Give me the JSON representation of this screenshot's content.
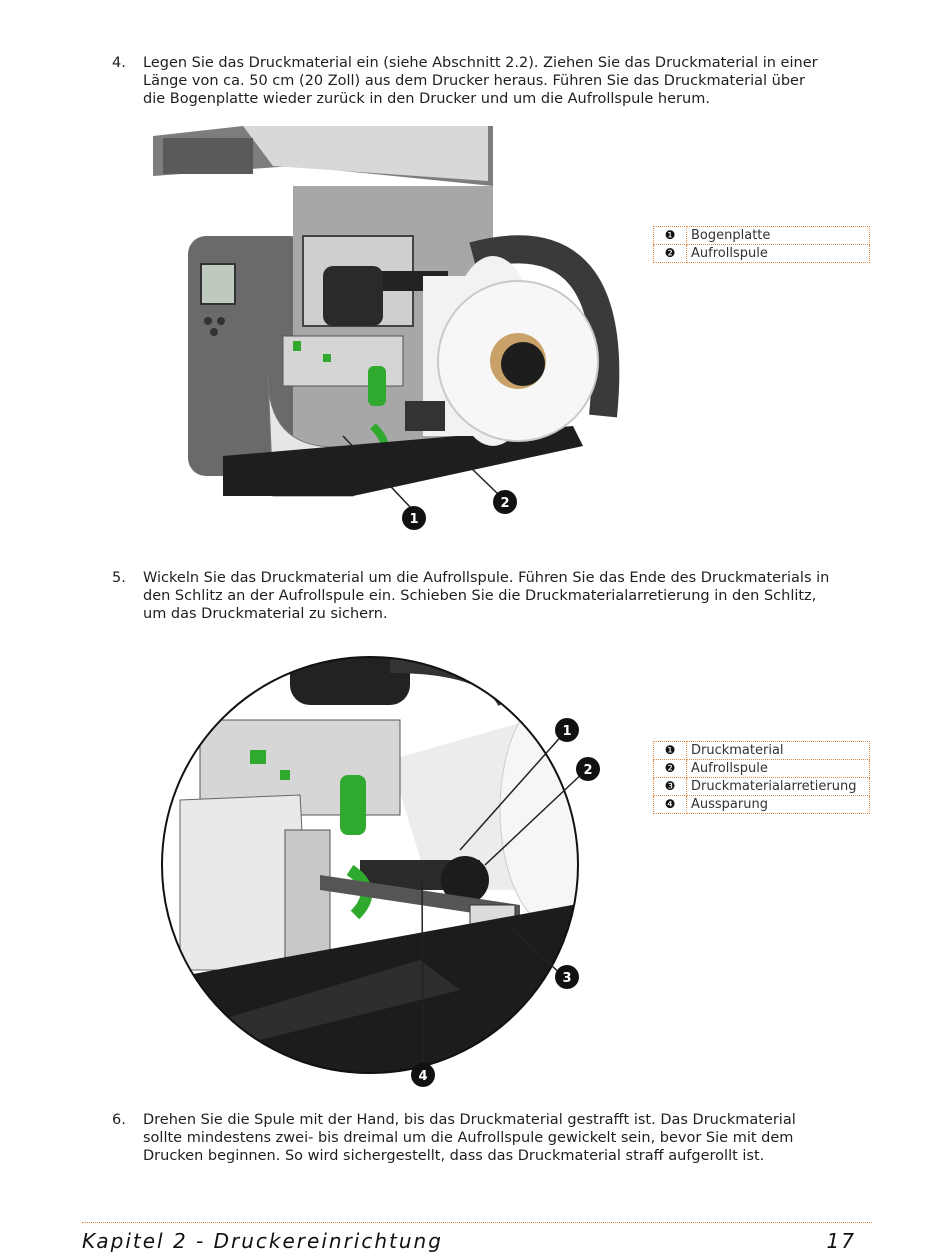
{
  "steps": [
    {
      "number": "4.",
      "lines": [
        "Legen Sie das Druckmaterial ein (siehe Abschnitt 2.2).  Ziehen Sie das Druckmaterial in einer",
        "Länge von ca. 50 cm (20 Zoll) aus dem Drucker heraus.  Führen Sie das Druckmaterial über",
        "die Bogenplatte wieder zurück in den Drucker und um die Aufrollspule herum."
      ]
    },
    {
      "number": "5.",
      "lines": [
        "Wickeln Sie das Druckmaterial um die Aufrollspule. Führen Sie das Ende des Druckmaterials in",
        "den Schlitz an der Aufrollspule ein.  Schieben Sie die Druckmaterialarretierung in den Schlitz,",
        "um das Druckmaterial zu sichern."
      ]
    },
    {
      "number": "6.",
      "lines": [
        "Drehen Sie die Spule mit der Hand, bis das Druckmaterial gestrafft ist. Das Druckmaterial",
        "sollte mindestens zwei- bis dreimal um die Aufrollspule gewickelt sein, bevor Sie mit dem",
        "Drucken beginnen. So wird sichergestellt, dass das Druckmaterial straff aufgerollt ist."
      ]
    }
  ],
  "figure1": {
    "callouts": [
      "1",
      "2"
    ],
    "legend": [
      {
        "num": "❶",
        "label": "Bogenplatte"
      },
      {
        "num": "❷",
        "label": "Aufrollspule"
      }
    ]
  },
  "figure2": {
    "callouts": [
      "1",
      "2",
      "3",
      "4"
    ],
    "legend": [
      {
        "num": "❶",
        "label": "Druckmaterial"
      },
      {
        "num": "❷",
        "label": "Aufrollspule"
      },
      {
        "num": "❸",
        "label": "Druckmaterialarretierung"
      },
      {
        "num": "❹",
        "label": "Aussparung"
      }
    ]
  },
  "footer": {
    "chapter": "Kapitel 2 - Druckereinrichtung",
    "page": "17"
  },
  "colors": {
    "rule": "#e08a43",
    "accent_green": "#2faa2f"
  }
}
